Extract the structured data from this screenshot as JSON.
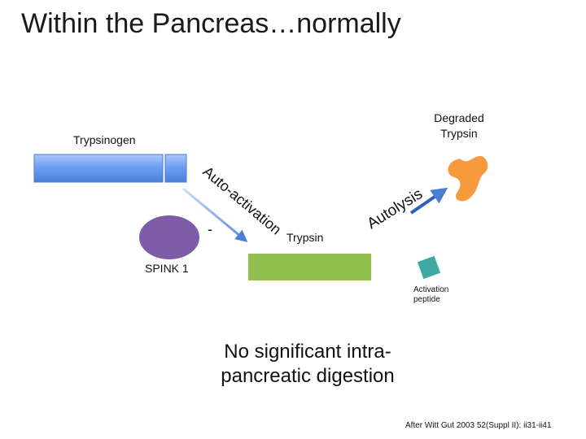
{
  "slide": {
    "title": "Within the Pancreas…normally",
    "labels": {
      "degraded_trypsin": [
        "Degraded",
        "Trypsin"
      ],
      "trypsinogen": "Trypsinogen",
      "trypsin": "Trypsin",
      "spink1": "SPINK 1",
      "activation_peptide": [
        "Activation",
        "peptide"
      ],
      "inhibition_sign": "-",
      "auto_activation": "Auto-activation",
      "autolysis": "Autolysis"
    },
    "conclusion": [
      "No significant intra-",
      "pancreatic digestion"
    ],
    "citation": "After Witt Gut 2003 52(Suppl II): ii31-ii41"
  },
  "colors": {
    "trypsinogen_blue": "#6f9ff0",
    "trypsin_green": "#92c04f",
    "spink1_purple": "#7d5ba6",
    "degraded_orange": "#f79a3c",
    "activation_peptide_teal": "#3ea9a0",
    "arrow_blue": "#5b8bd6"
  }
}
